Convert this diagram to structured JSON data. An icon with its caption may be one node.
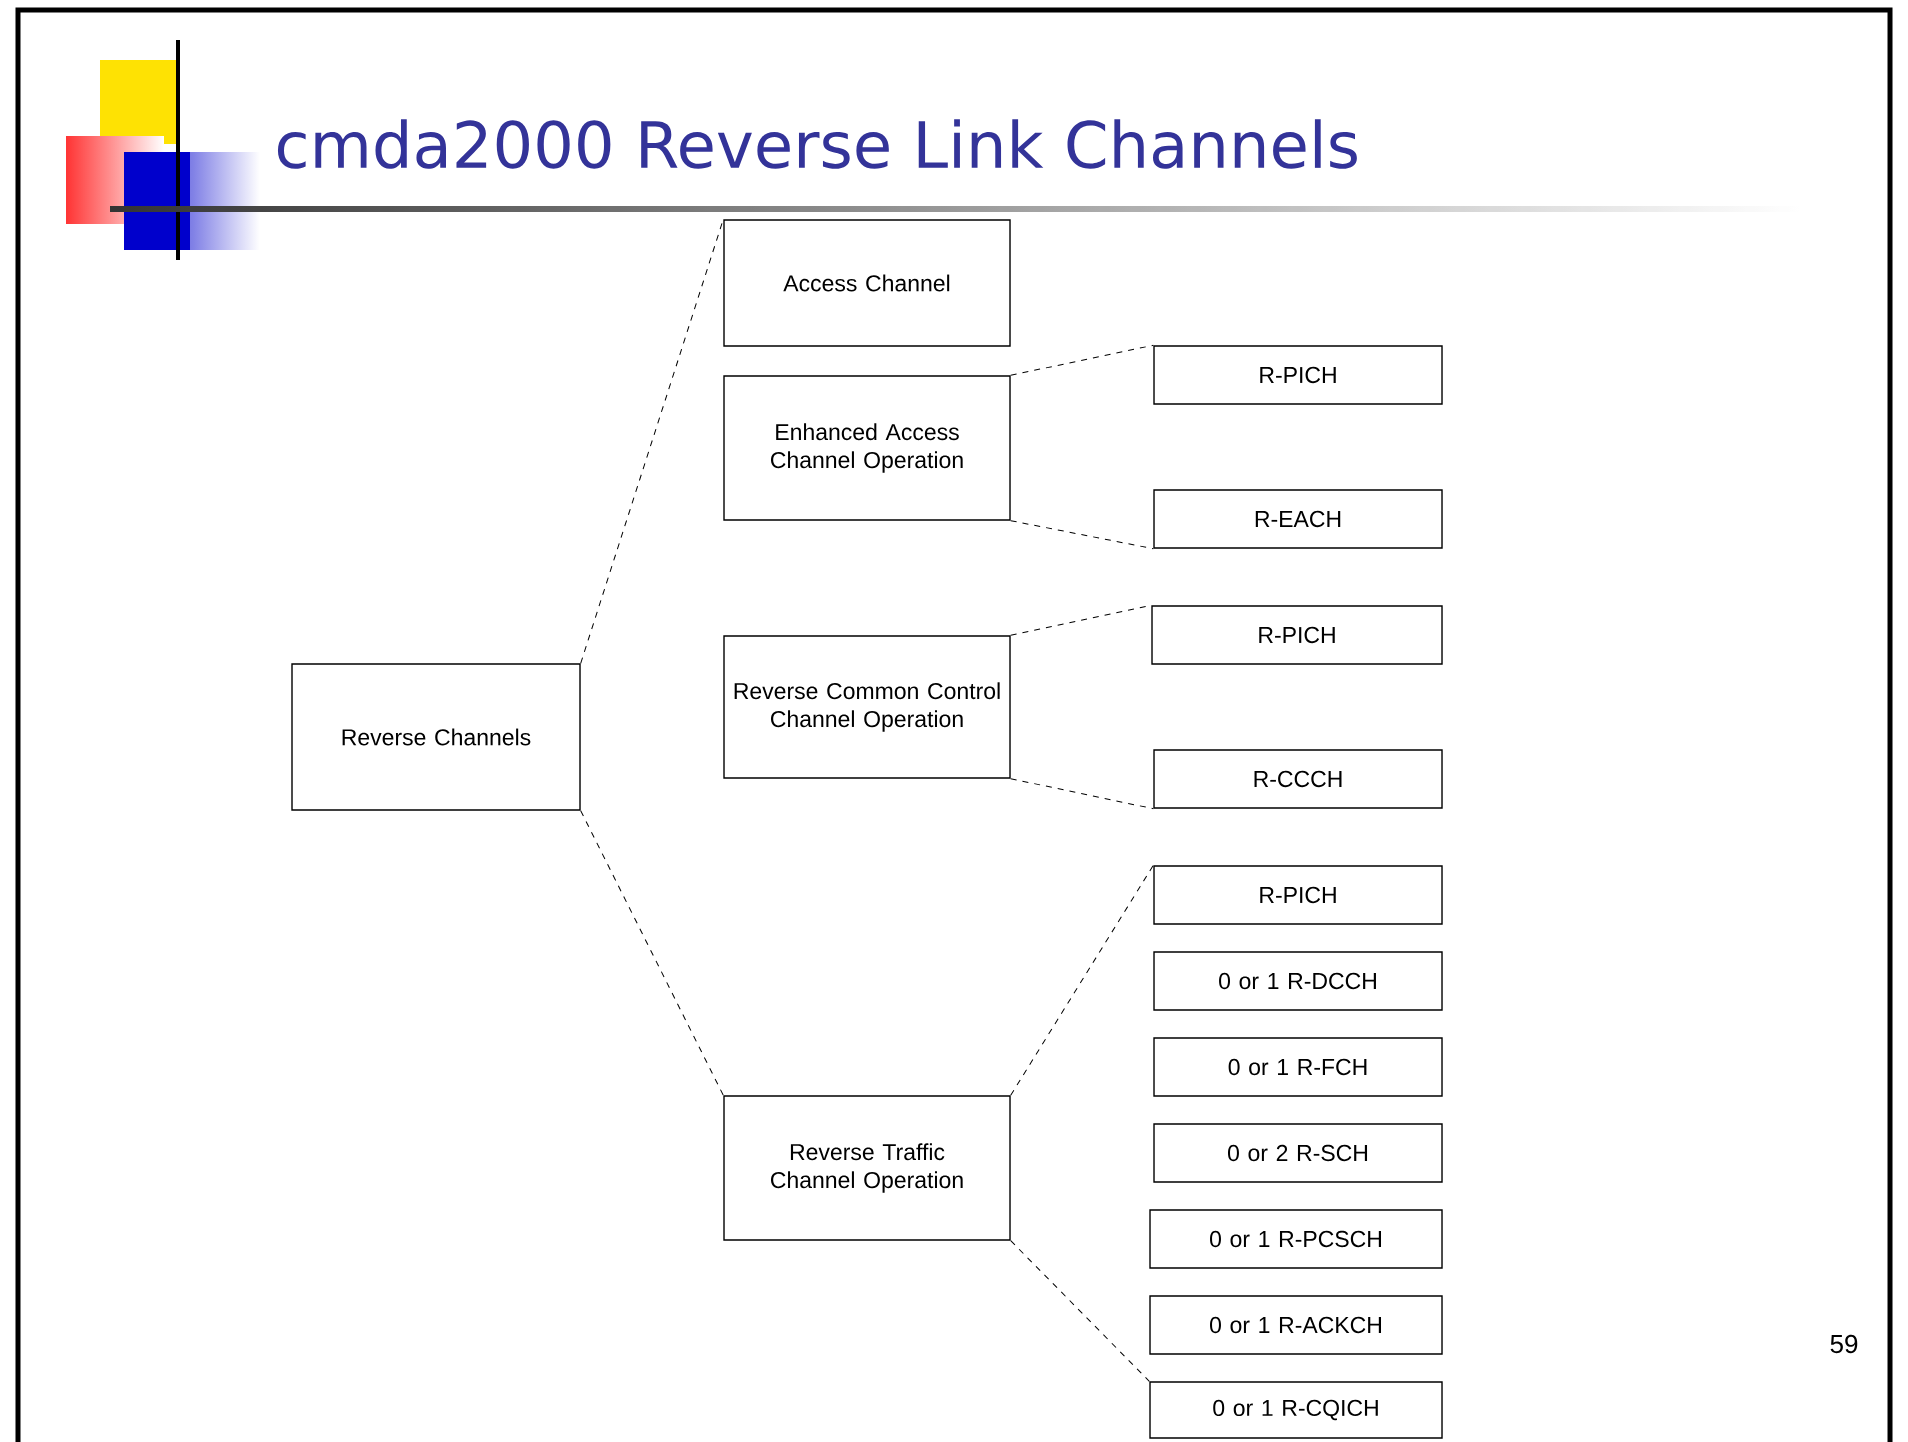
{
  "diagram": {
    "title": "cmda2000 Reverse Link Channels",
    "nodes": [
      {
        "text": [
          "Reverse Channels"
        ]
      },
      {
        "text": [
          "Access Channel"
        ]
      },
      {
        "text": [
          "Enhanced Access Channel Operation"
        ]
      },
      {
        "text": [
          "R-PICH"
        ]
      },
      {
        "text": [
          "R-EACH"
        ]
      },
      {
        "text": [
          "Reverse Common Control Channel Operation"
        ]
      },
      {
        "text": [
          "R-PICH"
        ]
      },
      {
        "text": [
          "R-CCCH"
        ]
      },
      {
        "text": [
          "Reverse Traffic Channel Operation"
        ]
      },
      {
        "text": [
          "R-PICH"
        ]
      },
      {
        "text": [
          "0 or 1 R-DCCH"
        ]
      },
      {
        "text": [
          "0 or 1 R-FCH"
        ]
      },
      {
        "text": [
          "0 or 2 R-SCH"
        ]
      },
      {
        "text": [
          "0 or 1 R-PCSCH"
        ]
      },
      {
        "text": [
          "0 or 1 R-ACKCH"
        ]
      },
      {
        "text": [
          "0 or 1 R-CQICH"
        ]
      }
    ],
    "edges": [
      {
        "from": 0,
        "to": 1,
        "arrow": "none",
        "style": "dashed"
      },
      {
        "from": 0,
        "to": 8,
        "arrow": "none",
        "style": "dashed"
      },
      {
        "from": 2,
        "to": 3,
        "arrow": "none",
        "style": "dashed"
      },
      {
        "from": 2,
        "to": 4,
        "arrow": "none",
        "style": "dashed"
      },
      {
        "from": 5,
        "to": 6,
        "arrow": "none",
        "style": "dashed"
      },
      {
        "from": 5,
        "to": 7,
        "arrow": "none",
        "style": "dashed"
      },
      {
        "from": 8,
        "to": 9,
        "arrow": "none",
        "style": "dashed"
      },
      {
        "from": 8,
        "to": 15,
        "arrow": "none",
        "style": "dashed"
      }
    ],
    "labels": [
      "59"
    ]
  }
}
